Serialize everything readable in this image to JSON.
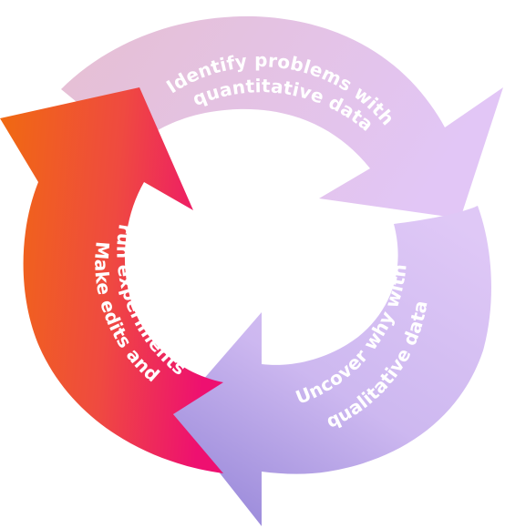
{
  "diagram": {
    "steps": [
      {
        "line1": "Identify problems with",
        "line2": "quantitative data",
        "color_start": "#e6bfd2",
        "color_end": "#e2c6f6"
      },
      {
        "line1": "Uncover why with",
        "line2": "qualitative data",
        "color_start": "#dfc8f6",
        "color_end": "#9a8ada"
      },
      {
        "line1": "Make edits and",
        "line2": "run experiments",
        "color_start": "#f06a10",
        "color_end": "#ee1070"
      }
    ]
  }
}
